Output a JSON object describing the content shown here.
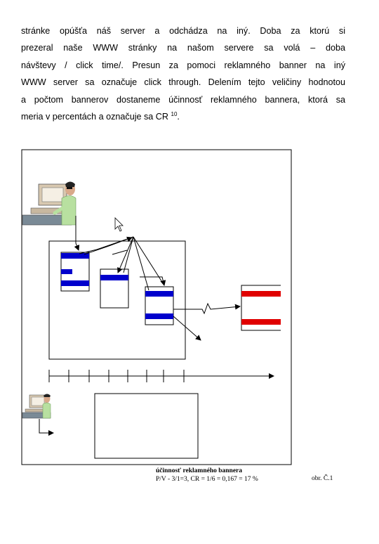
{
  "paragraph": {
    "lines": [
      "stránke opúšťa náš server a odchádza na iný.  Doba za ktorú si",
      "prezeral naše WWW stránky na našom servere sa volá – doba",
      "návštevy / click time/. Presun za pomoci reklamného banner na iný",
      "WWW server sa označuje click through. Delením tejto veličiny hodnotou",
      "a počtom bannerov  dostaneme účinnosť reklamného bannera, ktorá sa"
    ],
    "last_line": "meria v percentách a označuje sa CR",
    "footnote_ref": "10",
    "last_line_end": "."
  },
  "figure": {
    "caption_title": "účinnosť reklamného bannera",
    "caption_formula": "P/V - 3/1=3, CR = 1/6 = 0,167 = 17 %",
    "figure_number": "obr. Č.1",
    "colors": {
      "banner_blue": "#0000cc",
      "banner_red": "#e00000",
      "skin": "#d9a98a",
      "shirt": "#b8e0a0",
      "monitor": "#d8c8b0",
      "screen": "#f5efe4"
    },
    "icons": [
      "computer-user-icon",
      "computer-user-small-icon",
      "mouse-cursor-icon"
    ]
  }
}
